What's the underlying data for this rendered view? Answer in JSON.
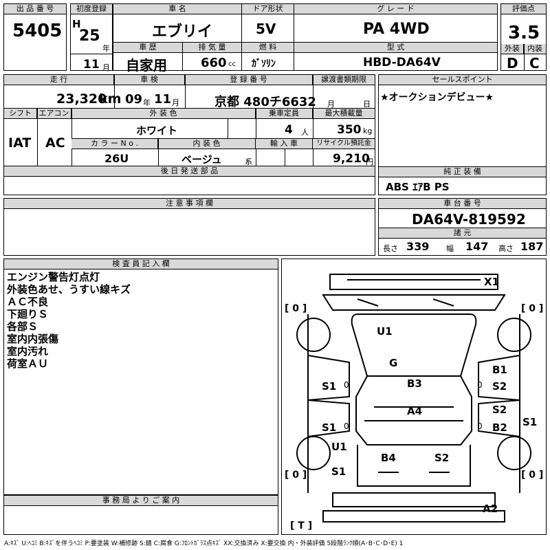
{
  "lot_number": {
    "label": "出 品 番 号",
    "value": "5405"
  },
  "first_registration": {
    "label": "初度登録",
    "era": "H",
    "year": "25",
    "year_unit": "年",
    "month": "11",
    "month_unit": "月"
  },
  "car_name": {
    "label": "車 名",
    "value": "エブリイ"
  },
  "door_type": {
    "label": "ドア形状",
    "value": "5V"
  },
  "grade": {
    "label": "グ レ ー ド",
    "value": "PA 4WD"
  },
  "score": {
    "label": "評価点",
    "value": "3.5"
  },
  "history": {
    "label": "車 歴",
    "value": "自家用"
  },
  "displacement": {
    "label": "排 気 量",
    "value": "660",
    "unit": "cc"
  },
  "fuel": {
    "label": "燃 料",
    "value": "ｶﾞｿﾘﾝ"
  },
  "model_code": {
    "label": "型 式",
    "value": "HBD-DA64V"
  },
  "exterior_grade": {
    "label": "外装",
    "value": "D"
  },
  "interior_grade": {
    "label": "内装",
    "value": "C"
  },
  "mileage": {
    "label": "走 行",
    "value": "23,320",
    "unit": "km"
  },
  "inspection": {
    "label": "車 検",
    "year": "09",
    "year_unit": "年",
    "month": "11",
    "month_unit": "月"
  },
  "plate": {
    "label": "登 録 番 号",
    "value": "京都 480チ6632"
  },
  "transfer_deadline": {
    "label": "譲渡書類期限",
    "month_unit": "月",
    "day_unit": "日"
  },
  "sales_point": {
    "label": "セールスポイント",
    "text": "★オークションデビュー★"
  },
  "shift": {
    "label": "シフト",
    "value": "IAT"
  },
  "aircon": {
    "label": "エアコン",
    "value": "AC"
  },
  "exterior_color": {
    "label": "外 装 色",
    "value": "ホワイト"
  },
  "capacity": {
    "label": "乗車定員",
    "value": "4",
    "unit": "人"
  },
  "max_load": {
    "label": "最大積載量",
    "value": "350",
    "unit": "kg"
  },
  "color_no": {
    "label": "カ ラ ー N o .",
    "value": "26U"
  },
  "interior_color": {
    "label": "内 装 色",
    "value": "ベージュ",
    "suffix": "系"
  },
  "import": {
    "label": "輸 入 車"
  },
  "recycle": {
    "label": "リサイクル預託金",
    "value": "9,210",
    "unit": "円"
  },
  "later_parts": {
    "label": "後 日 発 送 部 品"
  },
  "genuine_equipment": {
    "label": "純 正 装 備",
    "value": "ABS ｴｱB PS"
  },
  "notes": {
    "label": "注 意 事 項 欄"
  },
  "chassis": {
    "label": "車 台 番 号",
    "value": "DA64V-819592"
  },
  "dimensions": {
    "label": "諸 元",
    "length_label": "長さ",
    "length": "339",
    "width_label": "幅",
    "width": "147",
    "height_label": "高さ",
    "height": "187"
  },
  "inspector": {
    "label": "検 査 員 記 入 欄",
    "lines": [
      "エンジン警告灯点灯",
      "外装色あせ、うすい線キズ",
      "ＡＣ不良",
      "下廻りＳ",
      "各部Ｓ",
      "室内内張傷",
      "室内汚れ",
      "荷室ＡＵ"
    ]
  },
  "office": {
    "label": "事 務 局 よ り ご 案 内"
  },
  "diagram": {
    "brackets": {
      "fl": "[ 0 ]",
      "fr": "[ 0 ]",
      "rl": "[ 0 ]",
      "rr": "[ 0 ]",
      "spare": "[ T ]"
    },
    "damage": {
      "x1": "X1",
      "u1_top": "U1",
      "g": "G",
      "b1": "B1",
      "s2_a": "S2",
      "s1_l1": "S1",
      "b3": "B3",
      "a4": "A4",
      "s2_b": "S2",
      "s1_r": "S1",
      "s1_l2": "S1",
      "b2": "B2",
      "u1_l": "U1",
      "b4": "B4",
      "s2_c": "S2",
      "s1_l3": "S1",
      "a2": "A2",
      "z1": "0",
      "z2": "0",
      "z3": "0",
      "z4": "0"
    }
  },
  "legend": "A:ｷｽﾞ U:ﾍｺﾐ B:ｷｽﾞを伴うﾍｺﾐ P:要塗装 W:補修跡 S:錆 C:腐食 G:ﾌﾛﾝﾄｶﾞﾗｽ点ｷｽﾞ XX:交換済み X:要交換  内・外装評価 5段階ﾗﾝｸ順(A･B･C･D･E) 1"
}
